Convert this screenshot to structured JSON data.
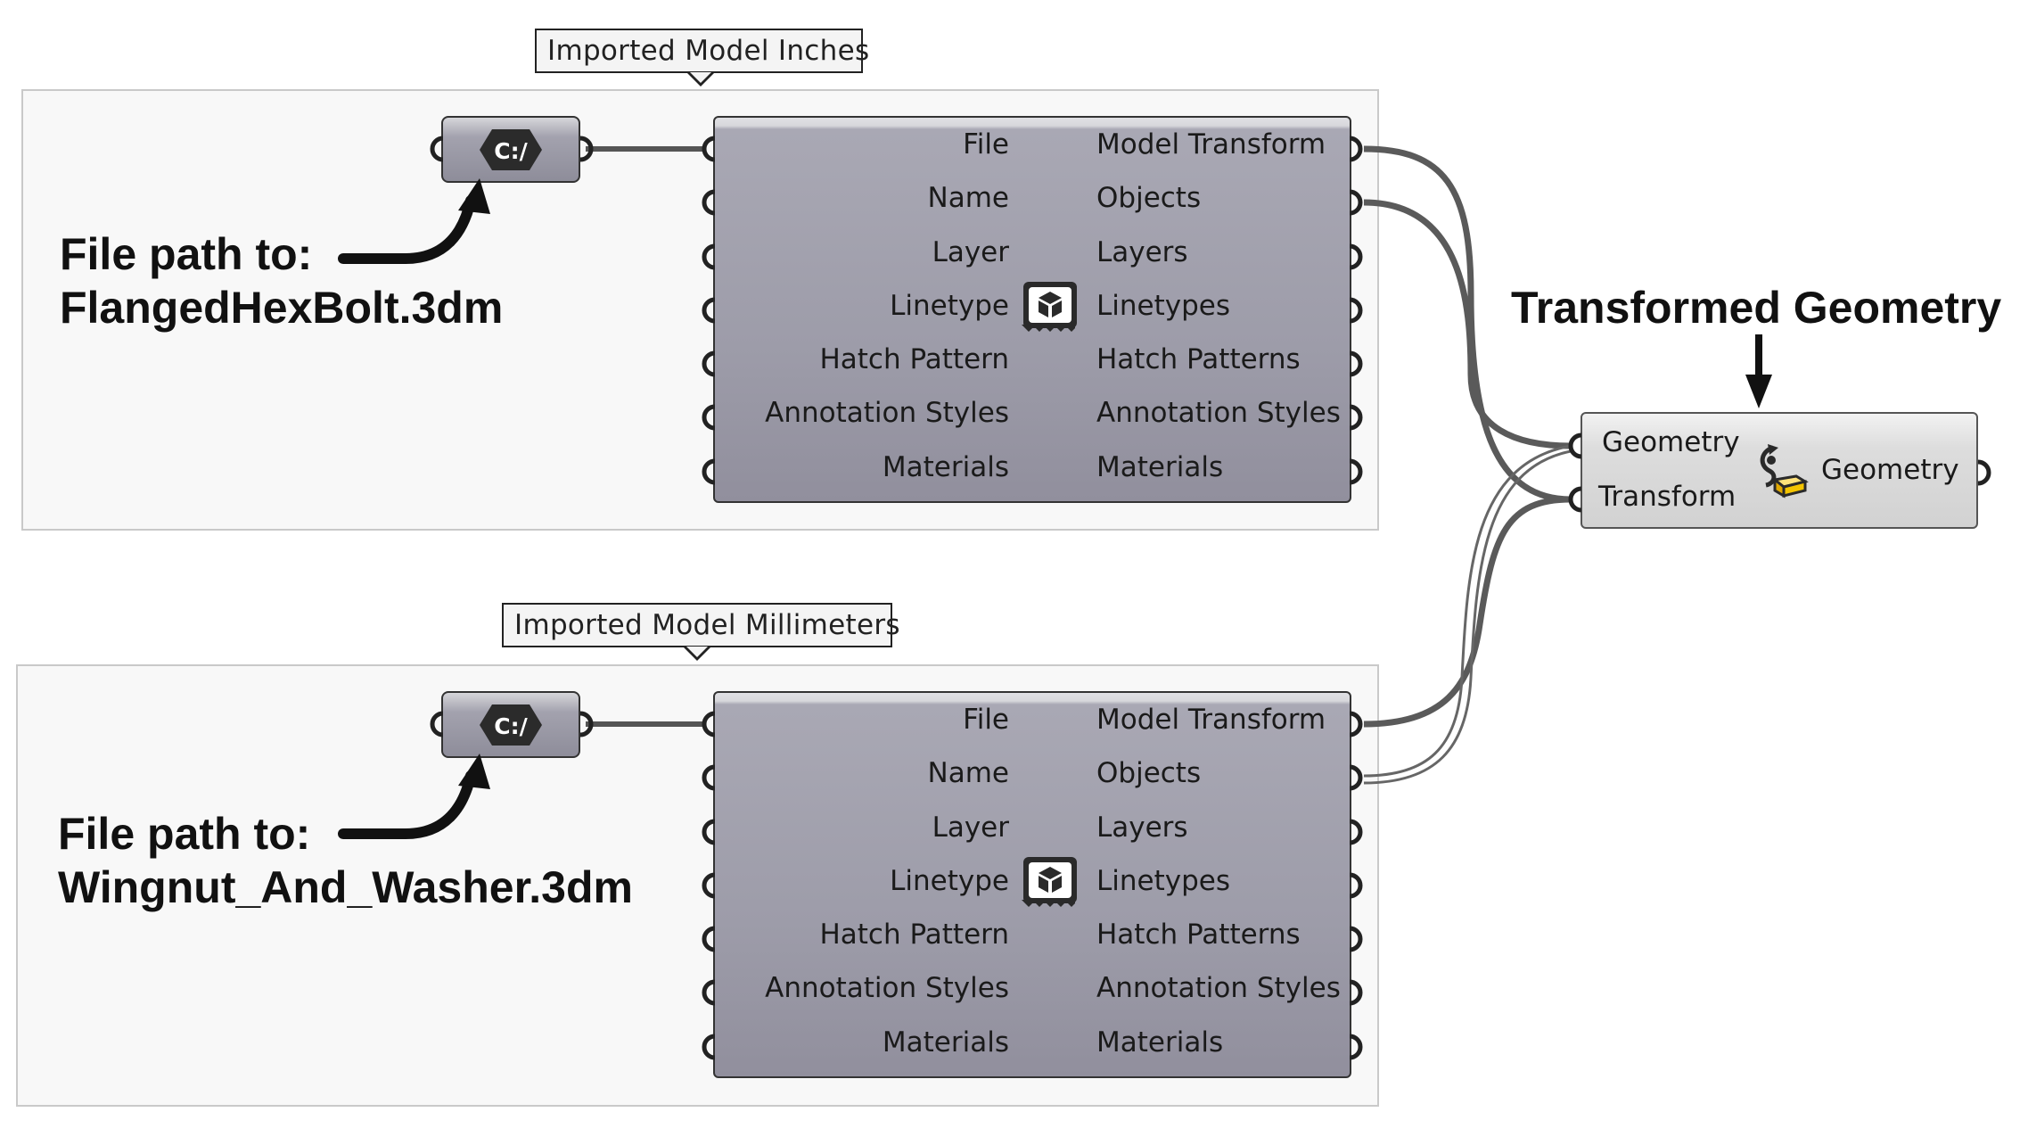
{
  "groups": [
    {
      "label": "Imported Model Inches"
    },
    {
      "label": "Imported Model Millimeters"
    }
  ],
  "path_component": {
    "icon": "file-path-icon",
    "glyph": "C:/"
  },
  "import_component": {
    "icon": "import-3dm-icon",
    "inputs": [
      "File",
      "Name",
      "Layer",
      "Linetype",
      "Hatch Pattern",
      "Annotation Styles",
      "Materials"
    ],
    "outputs": [
      "Model Transform",
      "Objects",
      "Layers",
      "Linetypes",
      "Hatch Patterns",
      "Annotation Styles",
      "Materials"
    ]
  },
  "transform_component": {
    "icon": "transform-icon",
    "inputs": [
      "Geometry",
      "Transform"
    ],
    "output": "Geometry"
  },
  "annotations": {
    "file1_line1": "File path to:",
    "file1_line2": "FlangedHexBolt.3dm",
    "file2_line1": "File path to:",
    "file2_line2": "Wingnut_And_Washer.3dm",
    "transformed": "Transformed Geometry"
  },
  "colors": {
    "wire": "#555555",
    "group_fill": "#f8f8f8",
    "group_border": "#c9c9c9",
    "component_body": "#9d9ca9",
    "transform_body": "#d8d8d8",
    "icon_accent": "#f4c400"
  }
}
